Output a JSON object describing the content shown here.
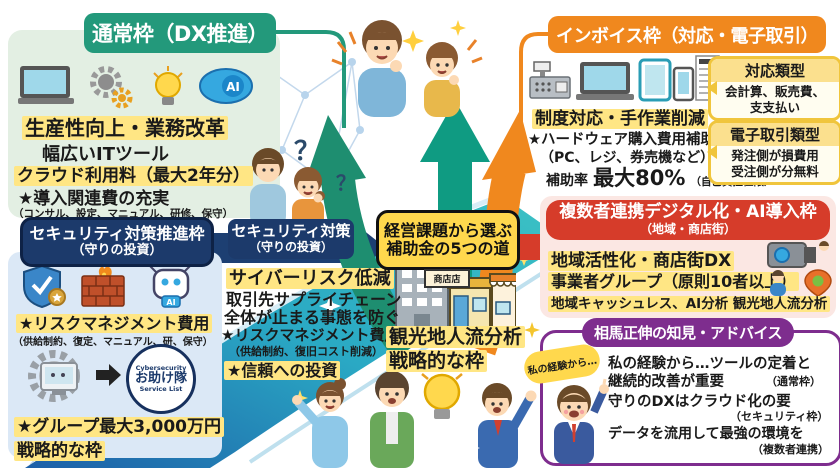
{
  "colors": {
    "teal": "#23997b",
    "navy": "#1c3a6b",
    "orange": "#f0881e",
    "red": "#d63c2a",
    "purple": "#7e2d8e",
    "center_yellow": "#ffd84d",
    "highlight": "#ffe684",
    "panel_green": "#e3efe3",
    "panel_blue": "#dbe8f6",
    "panel_pink": "#fbe7e3"
  },
  "normal_frame": {
    "title": "通常枠（DX推進）",
    "ai_label": "AI",
    "benefit": "生産性向上・業務改革",
    "line1": "幅広いITツール",
    "line2": "クラウド利用料（最大2年分）",
    "line3": "★導入関連費の充実",
    "line4": "（コンサル、設定、マニュアル、研修、保守）"
  },
  "security_frame": {
    "title_line1": "セキュリティ対策推進枠",
    "title_line2": "（守りの投資）",
    "robot_label": "AI",
    "cost": "★リスクマネジメント費用",
    "cost_note": "（供給制約、復定、マニュアル、研、保守）",
    "badge": {
      "top": "Cybersecurity",
      "center": "お助け隊",
      "bottom": "Service List"
    },
    "max": "★グループ最大3,000万円",
    "strategic": "戦略的な枠"
  },
  "security_arrow": {
    "line1": "セキュリティ対策",
    "line2": "（守りの投資）"
  },
  "cyber_text": {
    "headline": "サイバーリスク低減",
    "line1": "取引先サプライチェーン",
    "line2": "全体が止まる事態を防ぐ",
    "line3": "★リスクマネジメント費用",
    "line4": "（供給制約、復旧コスト削減）",
    "line5": "★信頼への投資"
  },
  "center_box": {
    "line1": "経営課題から選ぶ",
    "line2": "補助金の5つの道"
  },
  "tourism": {
    "shop_sign": "商店店",
    "line1": "観光地人流分析",
    "line2": "戦略的な枠"
  },
  "invoice_frame": {
    "title": "インボイス枠（対応・電子取引）",
    "benefit": "制度対応・手作業削減",
    "line1": "★ハードウェア購入費用補助",
    "line2": "（PC、レジ、券売機など）",
    "rate_label": "補助率",
    "rate_value": "最大80%",
    "rate_note": "（自己負担極限）",
    "type_box1": {
      "title": "対応類型",
      "line1": "会計算、販売費、",
      "line2": "支支払い"
    },
    "type_box2": {
      "title": "電子取引類型",
      "line1": "発注側が損費用",
      "line2": "受注側が分無料"
    }
  },
  "multi_frame": {
    "title_line1": "複数者連携デジタル化・AI導入枠",
    "title_line2": "（地域・商店街）",
    "line1": "地域活性化・商店街DX",
    "line2": "事業者グループ（原則10者以上）",
    "line3": "地域キャッシュレス、AI分析 観光地人流分析"
  },
  "advice_frame": {
    "title": "相馬正伸の知見・アドバイス",
    "bubble": "私の経験から…",
    "line1": "私の経験から…ツールの定着と",
    "line2": "継続的改善が重要",
    "tag1": "（通常枠）",
    "line3": "守りのDXはクラウド化の要",
    "tag2": "（セキュリティ枠）",
    "line4": "データを流用して最強の環境を",
    "tag3": "（複数者連携）"
  },
  "misc": {
    "question_mark": "？"
  }
}
